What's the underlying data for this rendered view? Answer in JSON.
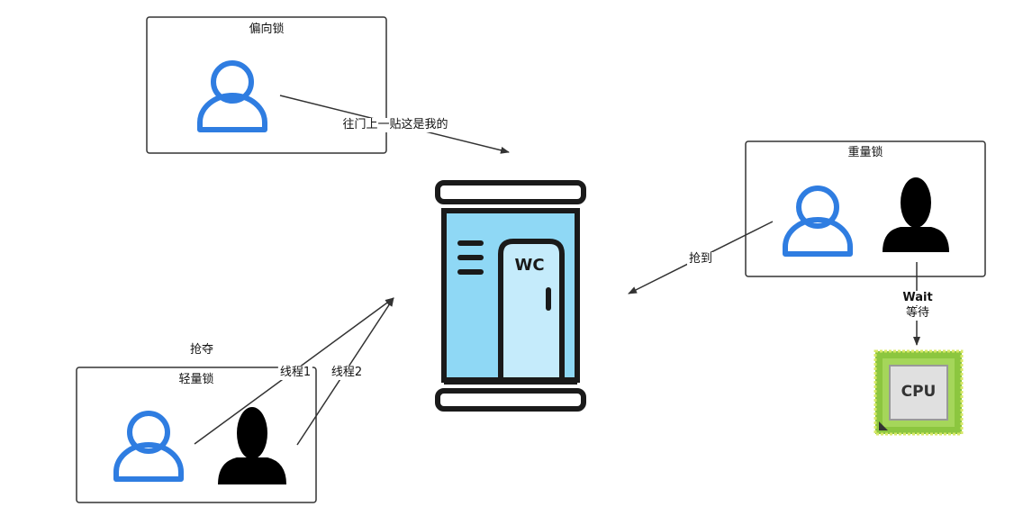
{
  "boxes": {
    "biased": {
      "title": "偏向锁"
    },
    "heavy": {
      "title": "重量锁"
    },
    "light": {
      "title": "轻量锁",
      "above": "抢夺"
    }
  },
  "edges": {
    "biased_to_wc": "往门上一贴这是我的",
    "heavy_to_wc": "抢到",
    "thread1": "线程1",
    "thread2": "线程2",
    "wait_en": "Wait",
    "wait_zh": "等待"
  },
  "wc": {
    "sign": "WC"
  },
  "cpu": {
    "label": "CPU"
  },
  "colors": {
    "user_outline": "#2f7de1",
    "user_filled": "#000000",
    "wc_body": "#8fd8f5",
    "wc_door": "#c5ebfb",
    "cpu_outer": "#8cc63f",
    "cpu_inner": "#e0e0e0",
    "box_border": "#333333"
  }
}
